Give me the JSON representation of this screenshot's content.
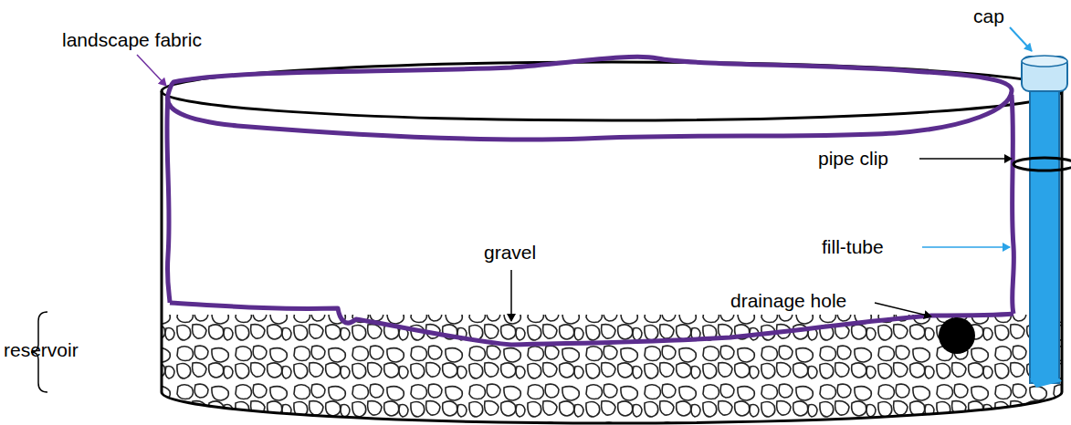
{
  "diagram": {
    "labels": [
      "cap",
      "landscape fabric",
      "pipe clip",
      "fill-tube",
      "gravel",
      "drainage hole",
      "reservoir"
    ]
  }
}
